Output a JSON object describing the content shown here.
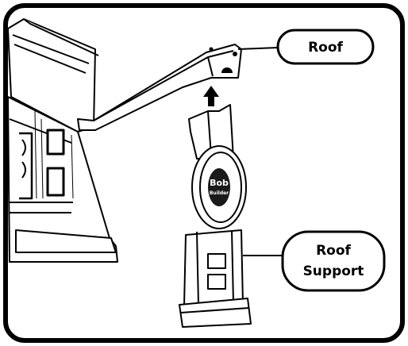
{
  "callouts": {
    "roof": "Roof",
    "roof_support_line1": "Roof",
    "roof_support_line2": "Support"
  },
  "logo": {
    "line1": "Bob",
    "line2": "Builder"
  },
  "colors": {
    "ink": "#000000",
    "paper": "#ffffff",
    "logo_fill": "#1a1a1a"
  },
  "icons": {
    "arrow": "up-arrow-icon"
  }
}
